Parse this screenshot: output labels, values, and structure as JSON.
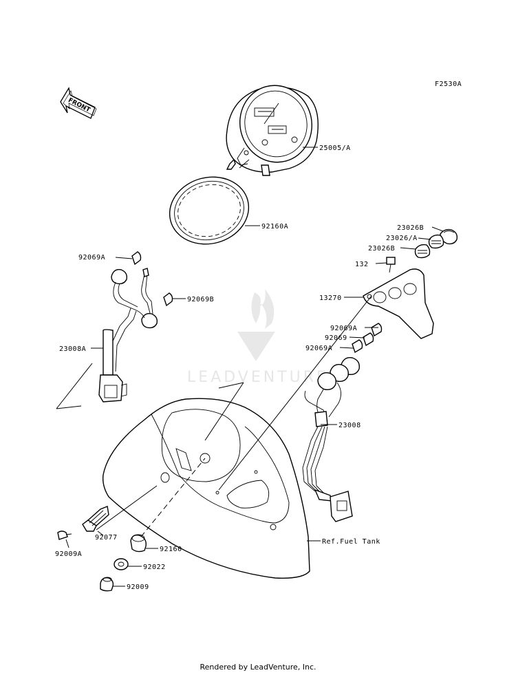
{
  "figure_code": "F2530A",
  "front_arrow_text": "FRONT",
  "watermark_text": "LEADVENTURE",
  "footer_text": "Rendered by LeadVenture, Inc.",
  "callouts": {
    "speedometer": "25005/A",
    "ring": "92160A",
    "cap_b_top": "23026B",
    "cap_a": "23026/A",
    "cap_b_bottom": "23026B",
    "bolt_132": "132",
    "bracket": "13270",
    "bulb_92069a_left": "92069A",
    "bulb_92069b": "92069B",
    "harness_23008a": "23008A",
    "bulb_92069a_r1": "92069A",
    "bulb_92069": "92069",
    "bulb_92069a_r2": "92069A",
    "harness_23008": "23008",
    "ref_fuel_tank": "Ref.Fuel Tank",
    "grommet_92160": "92160",
    "washer_92022": "92022",
    "bolt_92009": "92009",
    "screw_92009a": "92009A",
    "knob_92077": "92077"
  }
}
